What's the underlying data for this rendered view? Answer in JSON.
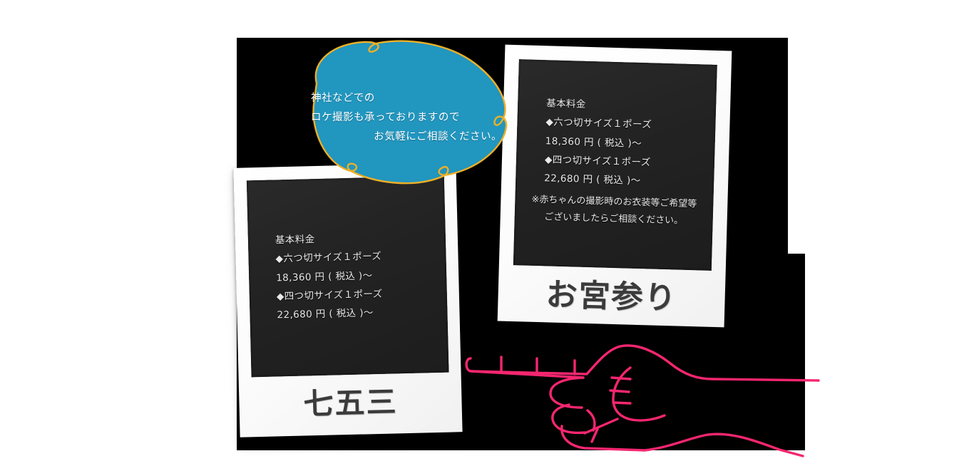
{
  "colors": {
    "backdrop": "#000000",
    "page_background": "#ffffff",
    "bubble_fill": "#2196bf",
    "bubble_outline": "#eeb027",
    "bubble_text": "#ffffff",
    "photo_background": "#232323",
    "photo_text": "#e9e9e9",
    "polaroid_frame": "#fafafa",
    "caption_text": "#3b3b3b",
    "hand_outline": "#f5266f"
  },
  "speech_bubble": {
    "name": "location-shoot-callout",
    "lines": [
      "神社などでの",
      "ロケ撮影も承っておりますので",
      "お気軽にご相談ください。"
    ]
  },
  "polaroids": [
    {
      "id": "shichigosan",
      "caption": "七五三",
      "price_heading": "基本料金",
      "price_rows": [
        {
          "label": "◆六つ切サイズ１ポーズ",
          "amount": "18,360 円 ( 税込 )〜"
        },
        {
          "label": "◆四つ切サイズ１ポーズ",
          "amount": "22,680 円 ( 税込 )〜"
        }
      ],
      "note_lines": []
    },
    {
      "id": "omiyamairi",
      "caption": "お宮参り",
      "price_heading": "基本料金",
      "price_rows": [
        {
          "label": "◆六つ切サイズ１ポーズ",
          "amount": "18,360 円 ( 税込 )〜"
        },
        {
          "label": "◆四つ切サイズ１ポーズ",
          "amount": "22,680 円 ( 税込 )〜"
        }
      ],
      "note_lines": [
        "※赤ちゃんの撮影時のお衣装等ご希望等",
        "ございましたらご相談ください。"
      ]
    }
  ],
  "decorations": {
    "hand": {
      "name": "pointing-hand-illustration",
      "direction": "left"
    }
  }
}
